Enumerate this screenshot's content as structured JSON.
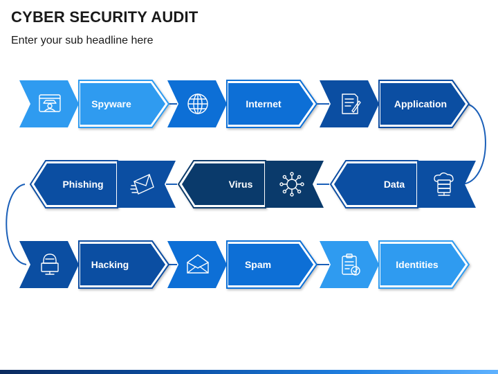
{
  "header": {
    "title": "CYBER SECURITY AUDIT",
    "subtitle": "Enter your sub headline here"
  },
  "colors": {
    "dark_navy": "#0a3a6b",
    "navy": "#0b4ea2",
    "blue": "#0d6fd6",
    "light_blue": "#2f9bf0",
    "connector": "#1a5fb8"
  },
  "steps": [
    {
      "label": "Spyware",
      "icon": "spy-monitor-icon"
    },
    {
      "label": "Internet",
      "icon": "globe-icon"
    },
    {
      "label": "Application",
      "icon": "application-form-icon"
    },
    {
      "label": "Data",
      "icon": "cloud-server-icon"
    },
    {
      "label": "Virus",
      "icon": "virus-icon"
    },
    {
      "label": "Phishing",
      "icon": "phishing-email-icon"
    },
    {
      "label": "Hacking",
      "icon": "hacker-icon"
    },
    {
      "label": "Spam",
      "icon": "spam-envelope-icon"
    },
    {
      "label": "Identities",
      "icon": "identity-clipboard-icon"
    }
  ]
}
